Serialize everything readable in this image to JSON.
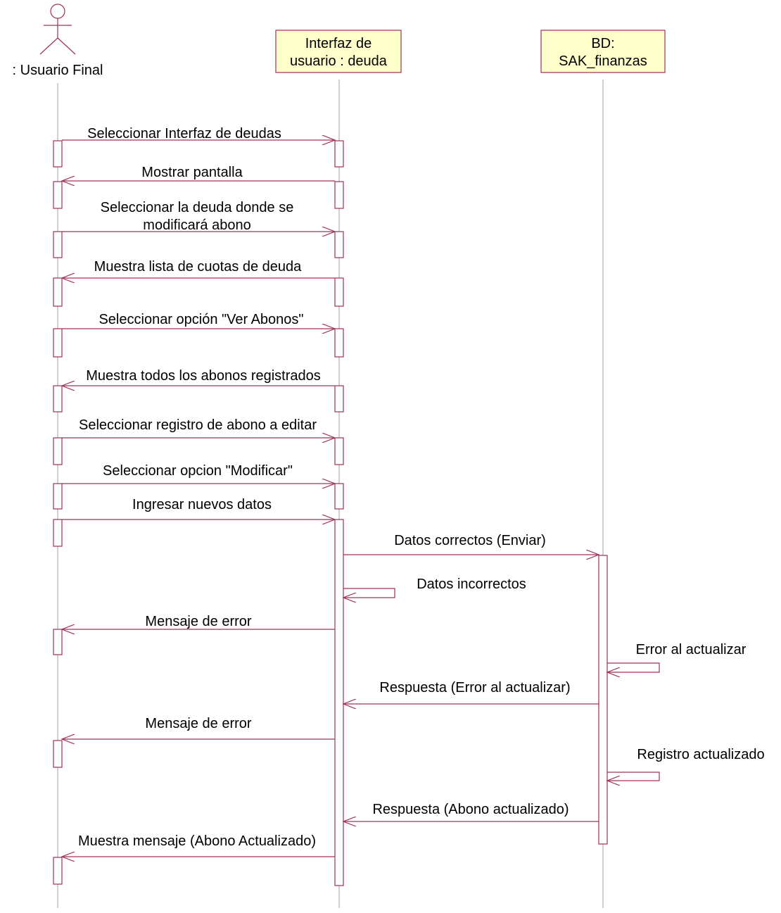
{
  "diagram": {
    "actor": {
      "label": ": Usuario Final"
    },
    "objects": [
      {
        "line1": "Interfaz de",
        "line2": "usuario : deuda"
      },
      {
        "line1": "BD:",
        "line2": "SAK_finanzas"
      }
    ],
    "messages": [
      {
        "text": "Seleccionar Interfaz de deudas"
      },
      {
        "text": "Mostrar pantalla"
      },
      {
        "line1": "Seleccionar la deuda donde se",
        "line2": "modificará abono"
      },
      {
        "text": "Muestra lista de cuotas de deuda"
      },
      {
        "text": "Seleccionar opción \"Ver Abonos\""
      },
      {
        "text": "Muestra todos los abonos registrados"
      },
      {
        "text": "Seleccionar registro de abono a editar"
      },
      {
        "text": "Seleccionar opcion \"Modificar\""
      },
      {
        "text": "Ingresar nuevos datos"
      },
      {
        "text": "Datos correctos (Enviar)"
      },
      {
        "text": "Datos incorrectos"
      },
      {
        "text": "Mensaje de error"
      },
      {
        "text": "Error al actualizar"
      },
      {
        "text": "Respuesta (Error al actualizar)"
      },
      {
        "text": "Mensaje de error"
      },
      {
        "text": "Registro actualizado"
      },
      {
        "text": "Respuesta (Abono actualizado)"
      },
      {
        "text": "Muestra mensaje (Abono Actualizado)"
      }
    ],
    "colors": {
      "line": "#a0305a",
      "lifeline": "#a0a0a0",
      "object_fill": "#ffffcc",
      "object_border": "#a0305a",
      "text": "#000000"
    }
  }
}
